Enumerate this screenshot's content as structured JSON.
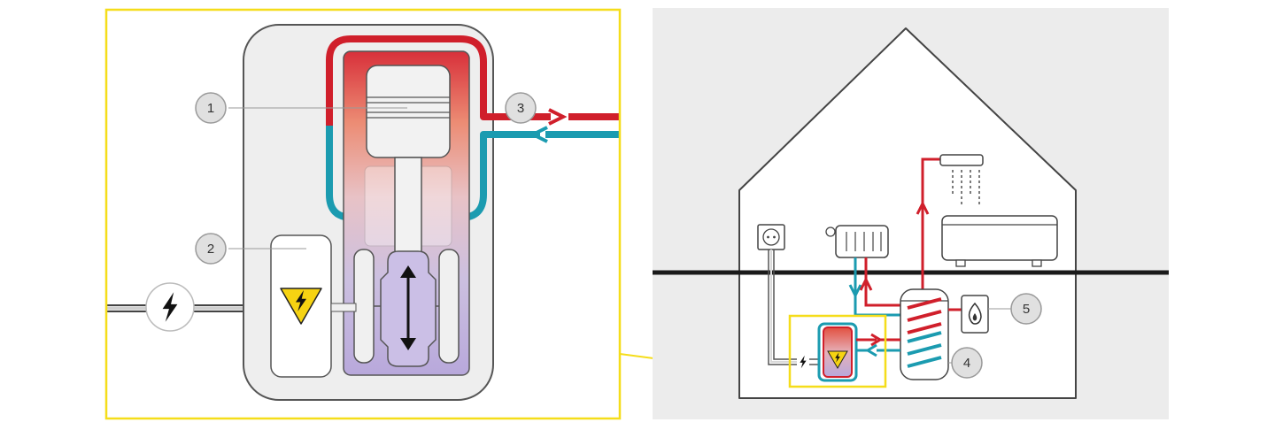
{
  "callouts": [
    {
      "id": "1",
      "label": "1"
    },
    {
      "id": "2",
      "label": "2"
    },
    {
      "id": "3",
      "label": "3"
    },
    {
      "id": "4",
      "label": "4"
    },
    {
      "id": "5",
      "label": "5"
    }
  ],
  "icons": {
    "power": "lightning-bolt-icon",
    "warning": "high-voltage-warning-icon",
    "flame": "flame-icon",
    "socket": "power-socket-icon",
    "shower": "shower-icon",
    "bathtub": "bathtub-icon",
    "radiator": "radiator-icon",
    "flow_arrow": "vertical-double-arrow-icon"
  },
  "colors": {
    "hot_line": "#d01f2b",
    "cold_line": "#1b9bb0",
    "highlight_frame": "#f5dd1a",
    "house_background": "#ececec",
    "unit_body": "#eeeeee",
    "warning_yellow": "#f6d312"
  }
}
